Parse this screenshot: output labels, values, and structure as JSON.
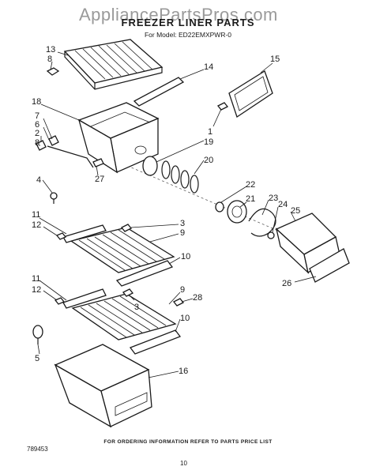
{
  "watermark": "AppliancePartsPros.com",
  "title": "FREEZER LINER PARTS",
  "subtitle": "For Model: ED22EMXPWR-0",
  "footer_note": "FOR ORDERING INFORMATION REFER TO PARTS PRICE LIST",
  "doc_number": "789453",
  "page_number": "10",
  "callouts": [
    {
      "id": "c13",
      "label": "13"
    },
    {
      "id": "c8a",
      "label": "8"
    },
    {
      "id": "c14",
      "label": "14"
    },
    {
      "id": "c15",
      "label": "15"
    },
    {
      "id": "c18",
      "label": "18"
    },
    {
      "id": "c7",
      "label": "7"
    },
    {
      "id": "c6",
      "label": "6"
    },
    {
      "id": "c2",
      "label": "2"
    },
    {
      "id": "c8b",
      "label": "8"
    },
    {
      "id": "c1",
      "label": "1"
    },
    {
      "id": "c19",
      "label": "19"
    },
    {
      "id": "c20",
      "label": "20"
    },
    {
      "id": "c27",
      "label": "27"
    },
    {
      "id": "c4",
      "label": "4"
    },
    {
      "id": "c22",
      "label": "22"
    },
    {
      "id": "c21",
      "label": "21"
    },
    {
      "id": "c23",
      "label": "23"
    },
    {
      "id": "c24",
      "label": "24"
    },
    {
      "id": "c25",
      "label": "25"
    },
    {
      "id": "c11a",
      "label": "11"
    },
    {
      "id": "c12a",
      "label": "12"
    },
    {
      "id": "c3a",
      "label": "3"
    },
    {
      "id": "c9a",
      "label": "9"
    },
    {
      "id": "c10a",
      "label": "10"
    },
    {
      "id": "c26",
      "label": "26"
    },
    {
      "id": "c11b",
      "label": "11"
    },
    {
      "id": "c12b",
      "label": "12"
    },
    {
      "id": "c9b",
      "label": "9"
    },
    {
      "id": "c28",
      "label": "28"
    },
    {
      "id": "c3b",
      "label": "3"
    },
    {
      "id": "c10b",
      "label": "10"
    },
    {
      "id": "c5",
      "label": "5"
    },
    {
      "id": "c16",
      "label": "16"
    }
  ]
}
